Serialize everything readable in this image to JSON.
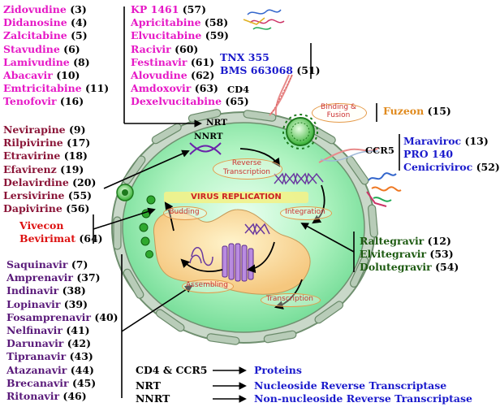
{
  "colors": {
    "nrti": "#e619c6",
    "nrti_ext": "#e619c6",
    "attach": "#1a1acc",
    "nnrti": "#8b1538",
    "maturation": "#dd1111",
    "integrase": "#1e5b12",
    "protease": "#5a1a7a",
    "fuzeon": "#e08a1e",
    "cell_fill": "#a8f2b8",
    "membrane": "#7e9c7e"
  },
  "lists": {
    "nrti_left": [
      "Zidovudine",
      "Didanosine",
      "Zalcitabine",
      "Stavudine",
      "Lamivudine",
      "Abacavir",
      "Emtricitabine",
      "Tenofovir"
    ],
    "nrti_left_nums": [
      "(3)",
      "(4)",
      "(5)",
      "(6)",
      "(8)",
      "(10)",
      "(11)",
      "(16)"
    ],
    "nrti_right": [
      "KP 1461",
      "Apricitabine",
      "Elvucitabine",
      "Racivir",
      "Festinavir",
      "Alovudine",
      "Amdoxovir",
      "Dexelvucitabine"
    ],
    "nrti_right_nums": [
      "(57)",
      "(58)",
      "(59)",
      "(60)",
      "(61)",
      "(62)",
      "(63)",
      "(65)"
    ],
    "attach": [
      "TNX 355",
      "BMS 663068"
    ],
    "attach_nums": [
      "",
      "(51)"
    ],
    "nnrti": [
      "Nevirapine",
      "Rilpivirine",
      "Etravirine",
      "Efavirenz",
      "Delavirdine",
      "Lersivirine",
      "Dapivirine"
    ],
    "nnrti_nums": [
      "(9)",
      "(17)",
      "(18)",
      "(19)",
      "(20)",
      "(55)",
      "(56)"
    ],
    "maturation": [
      "Vivecon",
      "Bevirimat"
    ],
    "maturation_nums": [
      "",
      "(64)"
    ],
    "ccr5": [
      "Maraviroc",
      "PRO 140",
      "Cenicriviroc"
    ],
    "ccr5_nums": [
      "(13)",
      "",
      "(52)"
    ],
    "integrase": [
      "Raltegravir",
      "Elvitegravir",
      "Dolutegravir"
    ],
    "integrase_nums": [
      "(12)",
      "(53)",
      "(54)"
    ],
    "protease": [
      "Saquinavir",
      "Amprenavir",
      "Indinavir",
      "Lopinavir",
      "Fosamprenavir",
      "Nelfinavir",
      "Darunavir",
      "Tipranavir",
      "Atazanavir",
      "Brecanavir",
      "Ritonavir"
    ],
    "protease_nums": [
      "(7)",
      "(37)",
      "(38)",
      "(39)",
      "(40)",
      "(41)",
      "(42)",
      "(43)",
      "(44)",
      "(45)",
      "(46)"
    ]
  },
  "fuzeon": {
    "name": "Fuzeon",
    "num": "(15)"
  },
  "labels": {
    "cd4": "CD4",
    "ccr5": "CCR5",
    "nrt": "NRT",
    "nnrt": "NNRT"
  },
  "stages": {
    "binding": "Binding &",
    "fusion": "Fusion",
    "reverse": "Reverse",
    "transcription_rt": "Transcription",
    "virus_replication": "VIRUS REPLICATION",
    "budding": "Budding",
    "integration": "Integration",
    "assembling": "Assembling",
    "transcription": "Transcription"
  },
  "legend": [
    {
      "key": "CD4 & CCR5",
      "value": "Proteins"
    },
    {
      "key": "NRT",
      "value": "Nucleoside Reverse Transcriptase"
    },
    {
      "key": "NNRT",
      "value": "Non-nucleoside Reverse Transcriptase"
    }
  ]
}
